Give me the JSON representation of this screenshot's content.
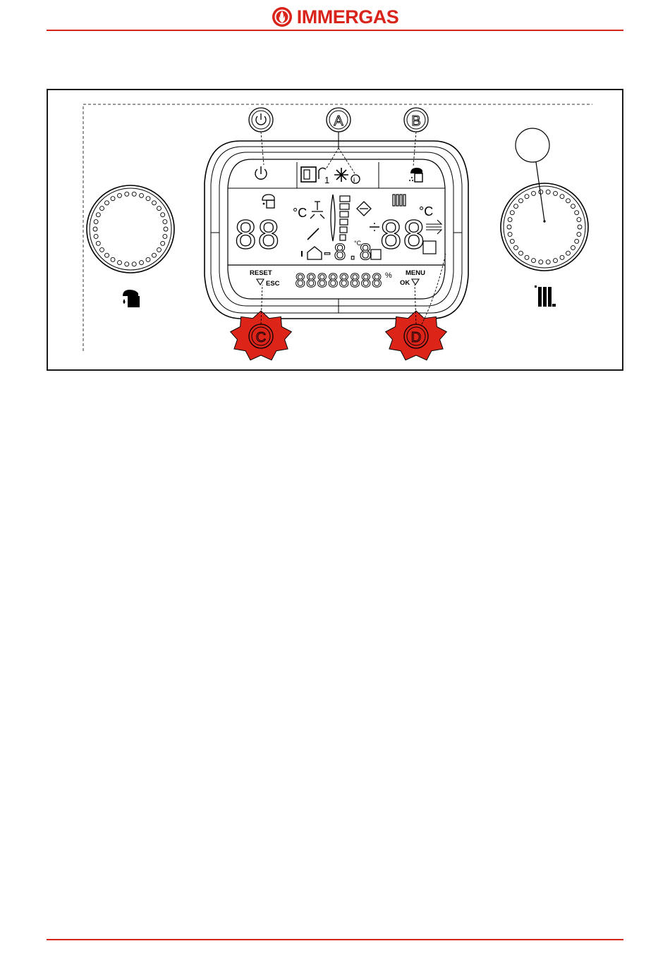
{
  "header": {
    "brand": "IMMERGAS",
    "accent_color": "#d9241c",
    "logo_icon": "flame-logo-icon"
  },
  "figure": {
    "callouts": {
      "a": "A",
      "b": "B",
      "c": "C",
      "d": "D",
      "e": ""
    },
    "display": {
      "reset_label": "RESET",
      "esc_label": "ESC",
      "menu_label": "MENU",
      "ok_label": "OK",
      "dhw_digits": "88",
      "ch_digits": "88",
      "outdoor_digits": "-8.8",
      "text_digits": "88888888",
      "celsius": "°C",
      "degree_c_small": "°C",
      "percent": "%"
    },
    "icons": {
      "power": "power-icon",
      "summer": "summer-mode-icon",
      "winter": "winter-snowflake-icon",
      "dhw_tap": "dhw-tap-icon",
      "radiator": "radiator-icon",
      "flame": "flame-icon",
      "wrench": "wrench-icon",
      "house": "house-icon",
      "pump": "pump-icon",
      "solar": "solar-icon"
    },
    "highlight_color": "#dc2418"
  }
}
